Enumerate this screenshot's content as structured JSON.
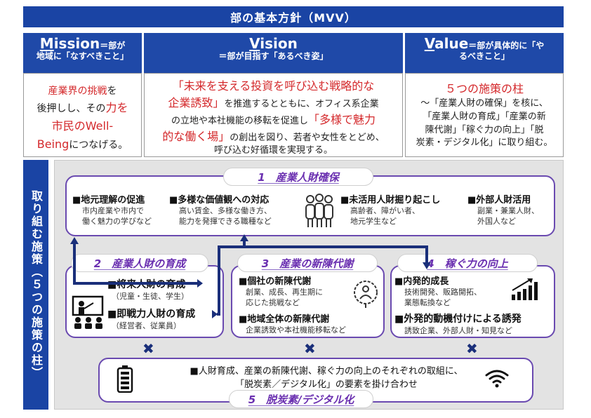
{
  "header": {
    "title": "部の基本方針（MVV）"
  },
  "mission": {
    "head_letter": "M",
    "head_word": "ission",
    "head_suffix": "＝部が",
    "sub": "地域に「なすべきこと」",
    "body_1": "産業界の挑戦",
    "body_2": "を",
    "body_3": "後押しし、その",
    "body_4": "力を",
    "body_5": "市民のWell-",
    "body_6": "Being",
    "body_7": "につなげる。"
  },
  "vision": {
    "head_letter": "V",
    "head_word": "ision",
    "sub": "＝部が目指す「あるべき姿」",
    "body_1": "「未来を支える投資を呼び込む戦略的な",
    "body_2": "企業誘致」",
    "body_3": "を推進するとともに、オフィス系企業",
    "body_4": "の立地や本社機能の移転を促進し",
    "body_5": "「多様で魅力",
    "body_6": "的な働く場」",
    "body_7": "の創出を図り、若者や女性をとどめ、",
    "body_8": "呼び込む好循環を実現する。"
  },
  "value": {
    "head_letter": "V",
    "head_word": "alue",
    "head_suffix": "＝部が具体的に「や",
    "sub": "るべきこと」",
    "body_title": "５つの施策の柱",
    "body_1": "～「産業人財の確保」を核に、",
    "body_2": "「産業人財の育成」「産業の新",
    "body_3": "陳代謝」「稼ぐ力の向上」「脱",
    "body_4": "炭素・デジタル化」に取り組む。"
  },
  "side_label": "取り組む施策（５つの施策の柱）",
  "pillar1": {
    "title": "1　産業人財確保",
    "items": [
      {
        "head": "■地元理解の促進",
        "sub1": "市内産業や市内で",
        "sub2": "働く魅力の学びなど"
      },
      {
        "head": "■多様な価値観への対応",
        "sub1": "高い賃金、多様な働き方、",
        "sub2": "能力を発揮できる職種など"
      },
      {
        "head": "■未活用人財掘り起こし",
        "sub1": "高齢者、障がい者、",
        "sub2": "地元学生など"
      },
      {
        "head": "■外部人財活用",
        "sub1": "副業・兼業人財、",
        "sub2": "外国人など"
      }
    ]
  },
  "pillar2": {
    "title": "2　産業人財の育成",
    "item1_head": "■将来人財の育成",
    "item1_sub": "（児童・生徒、学生）",
    "item2_head": "■即戦力人財の育成",
    "item2_sub": "（経営者、従業員）"
  },
  "pillar3": {
    "title": "3　産業の新陳代謝",
    "item1_head": "■個社の新陳代謝",
    "item1_sub1": "創業、成長、再生期に",
    "item1_sub2": "応じた挑戦など",
    "item2_head": "■地域全体の新陳代謝",
    "item2_sub": "企業誘致や本社機能移転など"
  },
  "pillar4": {
    "title": "4　稼ぐ力の向上",
    "item1_head": "■内発的成長",
    "item1_sub1": "技術開発、販路開拓、",
    "item1_sub2": "業態転換など",
    "item2_head": "■外発的動機付けによる誘発",
    "item2_sub": "誘致企業、外部人財・知見など"
  },
  "pillar5": {
    "title": "5　脱炭素/デジタル化",
    "line1": "■人財育成、産業の新陳代謝、稼ぐ力の向上のそれぞれの取組に、",
    "line2": "「脱炭素／デジタル化」の要素を掛け合わせ"
  },
  "x_marks": [
    "✖",
    "✖",
    "✖"
  ],
  "colors": {
    "navy": "#1a44a4",
    "red": "#d4282b",
    "purple": "#6a4ab0"
  }
}
